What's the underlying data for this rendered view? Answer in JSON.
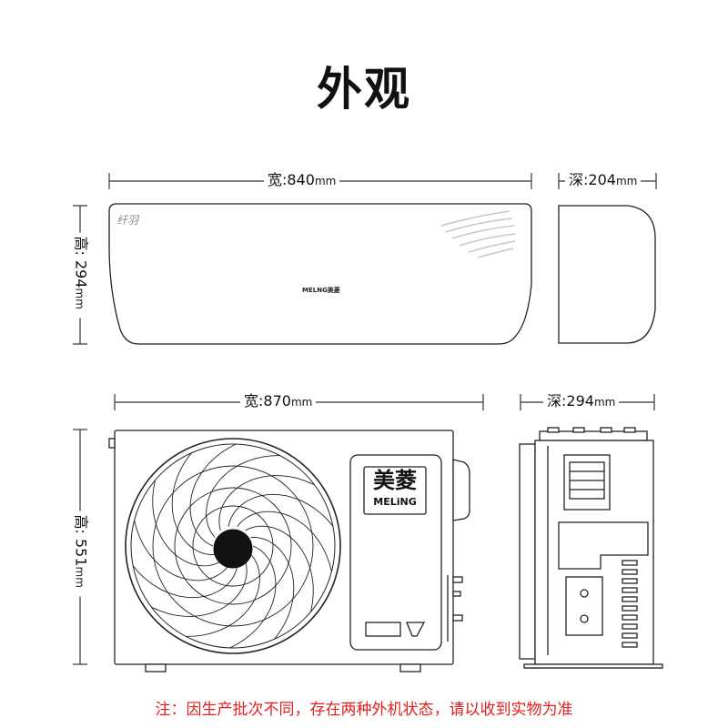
{
  "title": "外观",
  "indoor": {
    "width_label": "宽:840",
    "depth_label": "深:204",
    "height_label": "高: 294",
    "unit": "mm",
    "model_text": "纤羽",
    "brand_small": "MELNG美菱"
  },
  "outdoor": {
    "width_label": "宽:870",
    "depth_label": "深:294",
    "height_label": "高: 551",
    "unit": "mm",
    "logo_cn": "美菱",
    "logo_en": "MELiNG"
  },
  "footnote": "注：因生产批次不同，存在两种外机状态，请以收到实物为准"
}
